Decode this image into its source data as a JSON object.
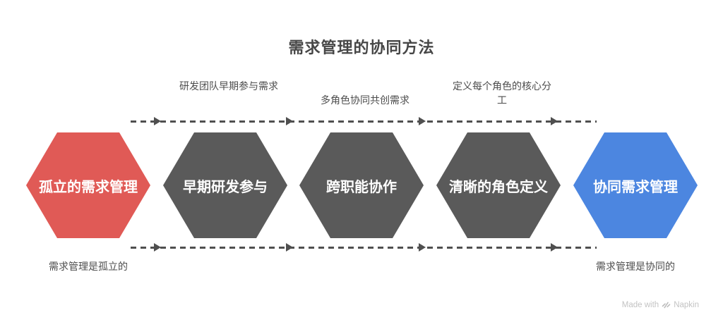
{
  "title": "需求管理的协同方法",
  "colors": {
    "isolated": "#e05a56",
    "step": "#5a5a5a",
    "collaborative": "#4c86e0",
    "line": "#4f4f4f",
    "text": "#4d4d4d",
    "text_dark": "#474747",
    "watermark": "#c3c3c3"
  },
  "stages": [
    {
      "label": "孤立的需求管理",
      "type": "isolated"
    },
    {
      "label": "早期研发参与",
      "type": "step"
    },
    {
      "label": "跨职能协作",
      "type": "step"
    },
    {
      "label": "清晰的角色定义",
      "type": "step"
    },
    {
      "label": "协同需求管理",
      "type": "collaborative"
    }
  ],
  "transitions": [
    {
      "text": "研发团队早期参与需求"
    },
    {
      "text": "多角色协同共创需求"
    },
    {
      "text": "定义每个角色的核心分工"
    }
  ],
  "footnotes": {
    "left": "需求管理是孤立的",
    "right": "需求管理是协同的"
  },
  "watermark": {
    "prefix": "Made with",
    "brand": "Napkin"
  }
}
